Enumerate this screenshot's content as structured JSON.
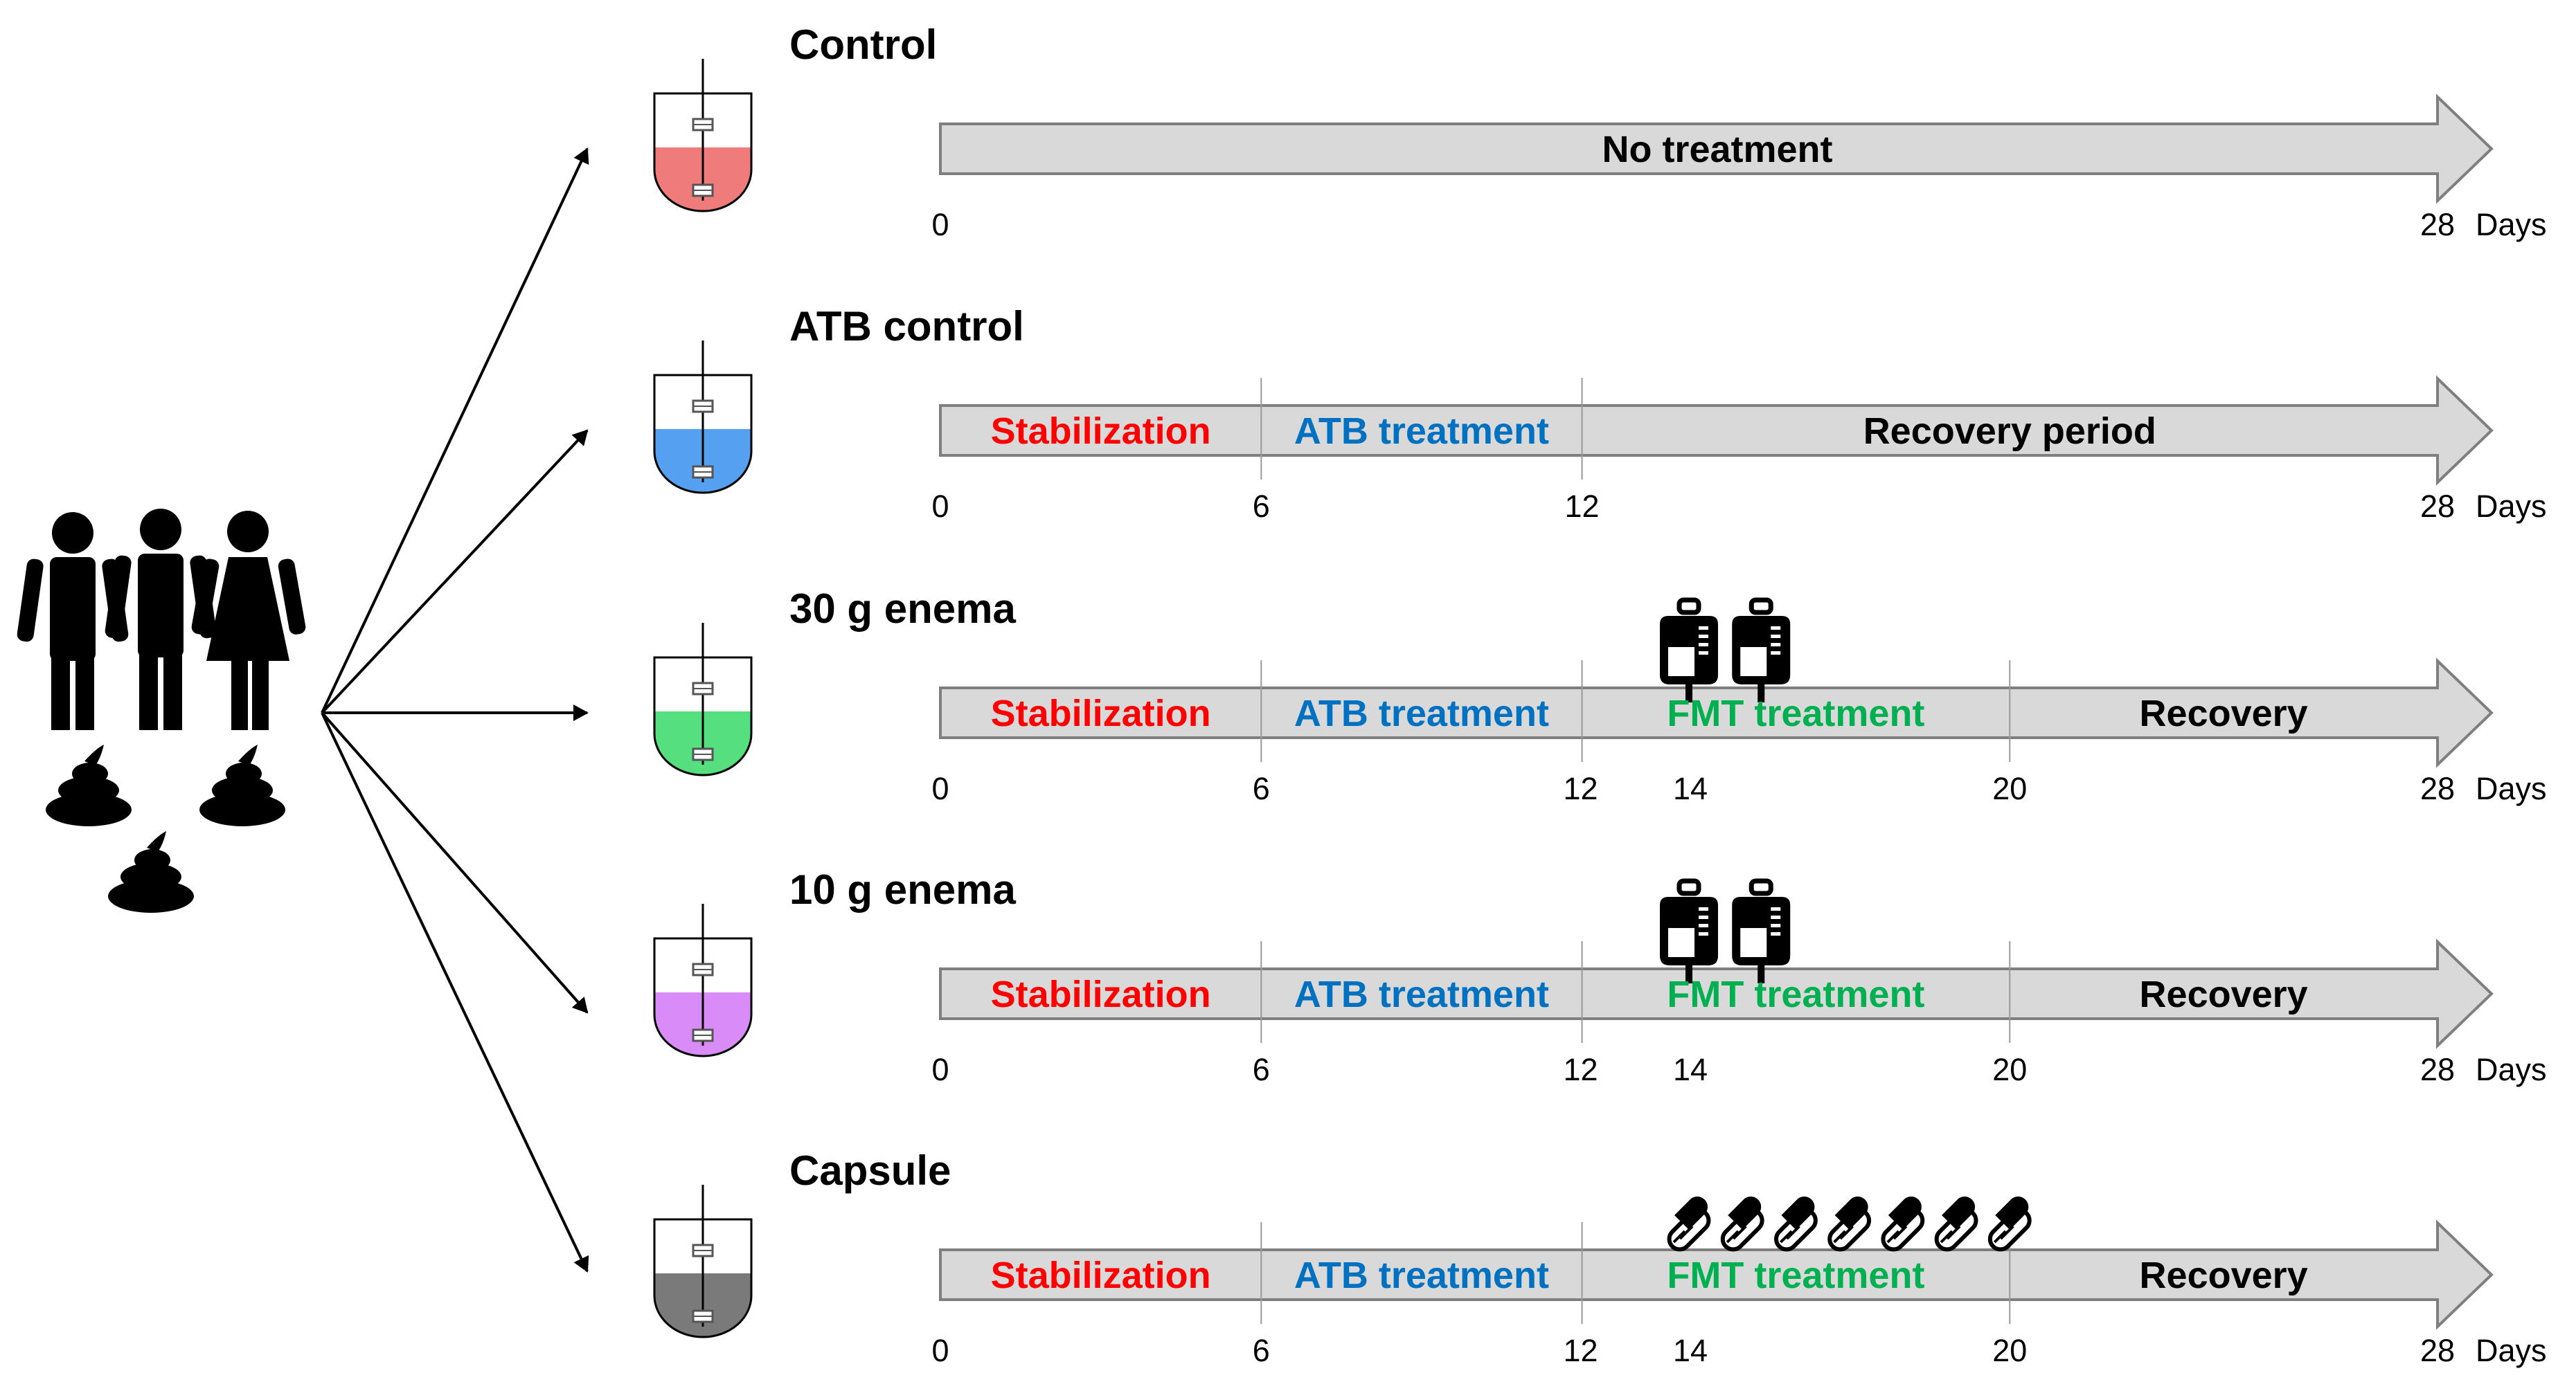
{
  "rows": [
    {
      "id": "control",
      "title": "Control",
      "fill_color": "#f07b7b",
      "phases": [
        {
          "label": "No treatment",
          "start": 0,
          "end": 28,
          "color": "#000000"
        }
      ],
      "dividers": [],
      "ticks": [
        0,
        28
      ],
      "unit": "Days",
      "doses": {
        "type": "none",
        "days": []
      }
    },
    {
      "id": "atb-control",
      "title": "ATB control",
      "fill_color": "#55a0f0",
      "phases": [
        {
          "label": "Stabilization",
          "start": 0,
          "end": 6,
          "color": "#ff0000"
        },
        {
          "label": "ATB treatment",
          "start": 6,
          "end": 12,
          "color": "#0070c0"
        },
        {
          "label": "Recovery period",
          "start": 12,
          "end": 28,
          "color": "#000000"
        }
      ],
      "dividers": [
        6,
        12
      ],
      "ticks": [
        0,
        6,
        12,
        28
      ],
      "unit": "Days",
      "doses": {
        "type": "none",
        "days": []
      }
    },
    {
      "id": "enema-30g",
      "title": "30 g enema",
      "fill_color": "#55df7e",
      "phases": [
        {
          "label": "Stabilization",
          "start": 0,
          "end": 6,
          "color": "#ff0000"
        },
        {
          "label": "ATB treatment",
          "start": 6,
          "end": 12,
          "color": "#0070c0"
        },
        {
          "label": "FMT treatment",
          "start": 12,
          "end": 20,
          "color": "#00b050"
        },
        {
          "label": "Recovery",
          "start": 20,
          "end": 28,
          "color": "#000000"
        }
      ],
      "dividers": [
        6,
        12,
        20
      ],
      "ticks": [
        0,
        6,
        12,
        14,
        20,
        28
      ],
      "unit": "Days",
      "doses": {
        "type": "enema-bag",
        "days": [
          14,
          15
        ]
      }
    },
    {
      "id": "enema-10g",
      "title": "10 g enema",
      "fill_color": "#d98cf7",
      "phases": [
        {
          "label": "Stabilization",
          "start": 0,
          "end": 6,
          "color": "#ff0000"
        },
        {
          "label": "ATB treatment",
          "start": 6,
          "end": 12,
          "color": "#0070c0"
        },
        {
          "label": "FMT treatment",
          "start": 12,
          "end": 20,
          "color": "#00b050"
        },
        {
          "label": "Recovery",
          "start": 20,
          "end": 28,
          "color": "#000000"
        }
      ],
      "dividers": [
        6,
        12,
        20
      ],
      "ticks": [
        0,
        6,
        12,
        14,
        20,
        28
      ],
      "unit": "Days",
      "doses": {
        "type": "enema-bag",
        "days": [
          14,
          15
        ]
      }
    },
    {
      "id": "capsule",
      "title": "Capsule",
      "fill_color": "#7a7a7a",
      "phases": [
        {
          "label": "Stabilization",
          "start": 0,
          "end": 6,
          "color": "#ff0000"
        },
        {
          "label": "ATB treatment",
          "start": 6,
          "end": 12,
          "color": "#0070c0"
        },
        {
          "label": "FMT treatment",
          "start": 12,
          "end": 20,
          "color": "#00b050"
        },
        {
          "label": "Recovery",
          "start": 20,
          "end": 28,
          "color": "#000000"
        }
      ],
      "dividers": [
        6,
        12,
        20
      ],
      "ticks": [
        0,
        6,
        12,
        14,
        20,
        28
      ],
      "unit": "Days",
      "doses": {
        "type": "capsule",
        "days": [
          14,
          15,
          16,
          17,
          18,
          19,
          20
        ]
      }
    }
  ],
  "donors": {
    "icon": "donor-group-icon",
    "stool_icon": "stool-icon"
  },
  "colors": {
    "arrow_fill": "#d9d9d9",
    "arrow_stroke": "#7f7f7f",
    "icon": "#000000"
  }
}
